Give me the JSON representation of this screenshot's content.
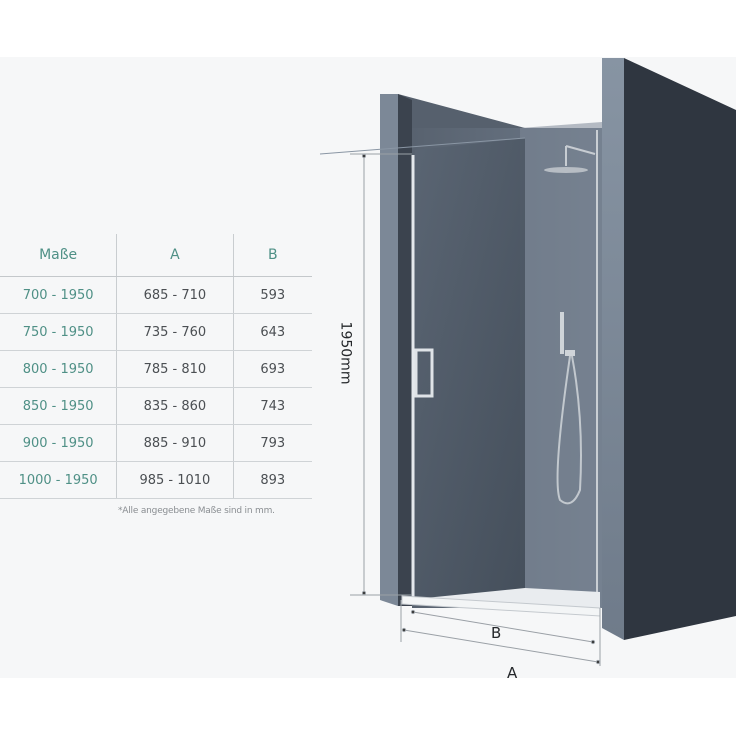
{
  "table": {
    "headers": [
      "Maße",
      "A",
      "B"
    ],
    "rows": [
      [
        "700 - 1950",
        "685 - 710",
        "593"
      ],
      [
        "750 - 1950",
        "735 - 760",
        "643"
      ],
      [
        "800 - 1950",
        "785 - 810",
        "693"
      ],
      [
        "850 - 1950",
        "835 - 860",
        "743"
      ],
      [
        "900 - 1950",
        "885 - 910",
        "793"
      ],
      [
        "1000 - 1950",
        "985 - 1010",
        "893"
      ]
    ],
    "footnote": "*Alle angegebene Maße sind in mm."
  },
  "diagram": {
    "height_label": "1950mm",
    "width_label_inner": "B",
    "width_label_outer": "A"
  },
  "colors": {
    "header_text": "#4f9086",
    "wall_dark": "#2f3640",
    "wall_mid": "#5c6775",
    "wall_light": "#8b97a6",
    "tray": "#e9ecef"
  }
}
